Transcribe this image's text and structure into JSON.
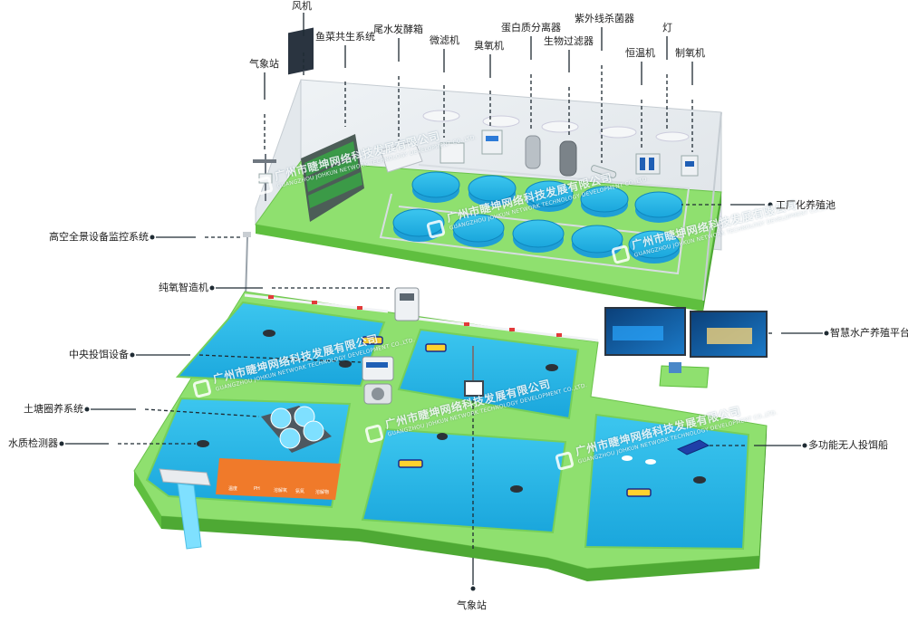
{
  "labels": {
    "fengji": "风机",
    "yucai": "鱼菜共生系统",
    "weishui": "尾水发酵箱",
    "qixiang_top": "气象站",
    "weilv": "微滤机",
    "chouyang": "臭氧机",
    "danbai": "蛋白质分离器",
    "shengwu": "生物过滤器",
    "ziwai": "紫外线杀菌器",
    "hengwen": "恒温机",
    "deng": "灯",
    "zhiyang": "制氧机",
    "gongchang": "工厂化养殖池",
    "gaokong": "高空全景设备监控系统",
    "chunyang": "纯氧智造机",
    "zhihui": "智慧水产养殖平台",
    "zhongyang": "中央投饵设备",
    "tutang": "土塘圈养系统",
    "shuizhi": "水质检测器",
    "duogongneng": "多功能无人投饵船",
    "qixiang_bottom": "气象站"
  },
  "watermark": {
    "cn": "广州市睫坤网络科技发展有限公司",
    "en": "GUANGZHOU JOHKUN NETWORK TECHNOLOGY DEVELOPMENT CO.,LTD."
  },
  "sensor_panel": {
    "items": [
      "温度",
      "PH",
      "溶解氧",
      "氨氮",
      "溶解物"
    ]
  },
  "colors": {
    "water": "#25b7e6",
    "water_dark": "#0e93c9",
    "grass": "#8fe06f",
    "grass_side": "#5fbf3f",
    "wall": "#7ddc62",
    "panel_orange": "#f07a2a"
  }
}
